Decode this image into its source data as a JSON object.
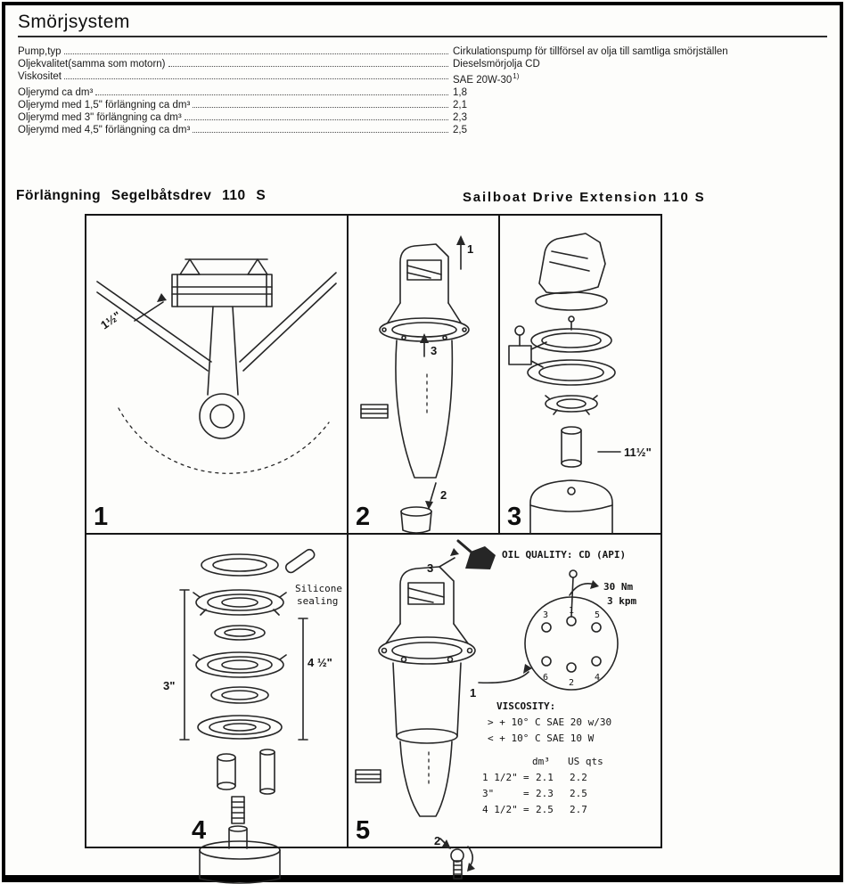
{
  "doc": {
    "title": "Smörjsystem",
    "specs": [
      {
        "label": "Pump,typ",
        "value": "Cirkulationspump för tillförsel av olja till samtliga smörjställen"
      },
      {
        "label": "Oljekvalitet(samma som motorn)",
        "value": "Dieselsmörjolja CD"
      },
      {
        "label": "Viskositet",
        "value": "SAE 20W-30",
        "note": "1)"
      },
      {
        "label": "Oljerymd ca dm³",
        "value": "1,8"
      },
      {
        "label": "Oljerymd med 1,5\" förlängning ca dm³",
        "value": "2,1"
      },
      {
        "label": "Oljerymd med 3\" förlängning ca dm³",
        "value": "2,3"
      },
      {
        "label": "Oljerymd med 4,5\" förlängning ca dm³",
        "value": "2,5"
      }
    ],
    "heading_swedish": "Förlängning Segelbåtsdrev 110 S",
    "heading_english": "Sailboat Drive Extension 110 S"
  },
  "figure": {
    "panel1": {
      "number": "1",
      "dim_label": "1½\""
    },
    "panel2": {
      "number": "2",
      "arrow1": "1",
      "arrow2": "2",
      "arrow3": "3"
    },
    "panel3": {
      "number": "3",
      "dim_label": "11½\""
    },
    "panel4": {
      "number": "4",
      "sealing_label_line1": "Silicone",
      "sealing_label_line2": "sealing",
      "dim_tall": "4 ½\"",
      "dim_short": "3\""
    },
    "panel5": {
      "number": "5",
      "oil_arrow": "3",
      "flange_arrow": "1",
      "drain_arrow": "2",
      "oil_quality": "OIL QUALITY: CD (API)",
      "torque_nm": "30 Nm",
      "torque_kpm": "3 kpm",
      "bolt_sequence": [
        "3",
        "1",
        "5",
        "6",
        "2",
        "4"
      ],
      "viscosity_title": "VISCOSITY:",
      "viscosity_warm": "> + 10° C SAE 20 w/30",
      "viscosity_cold": "< + 10° C SAE 10 W",
      "capacity_table": {
        "header_dm3": "dm³",
        "header_usqts": "US qts",
        "rows": [
          {
            "size": "1 1/2\"",
            "eq": "=",
            "dm3": "2.1",
            "usqts": "2.2"
          },
          {
            "size": "3\"",
            "eq": "=",
            "dm3": "2.3",
            "usqts": "2.5"
          },
          {
            "size": "4 1/2\"",
            "eq": "=",
            "dm3": "2.5",
            "usqts": "2.7"
          }
        ]
      }
    }
  }
}
